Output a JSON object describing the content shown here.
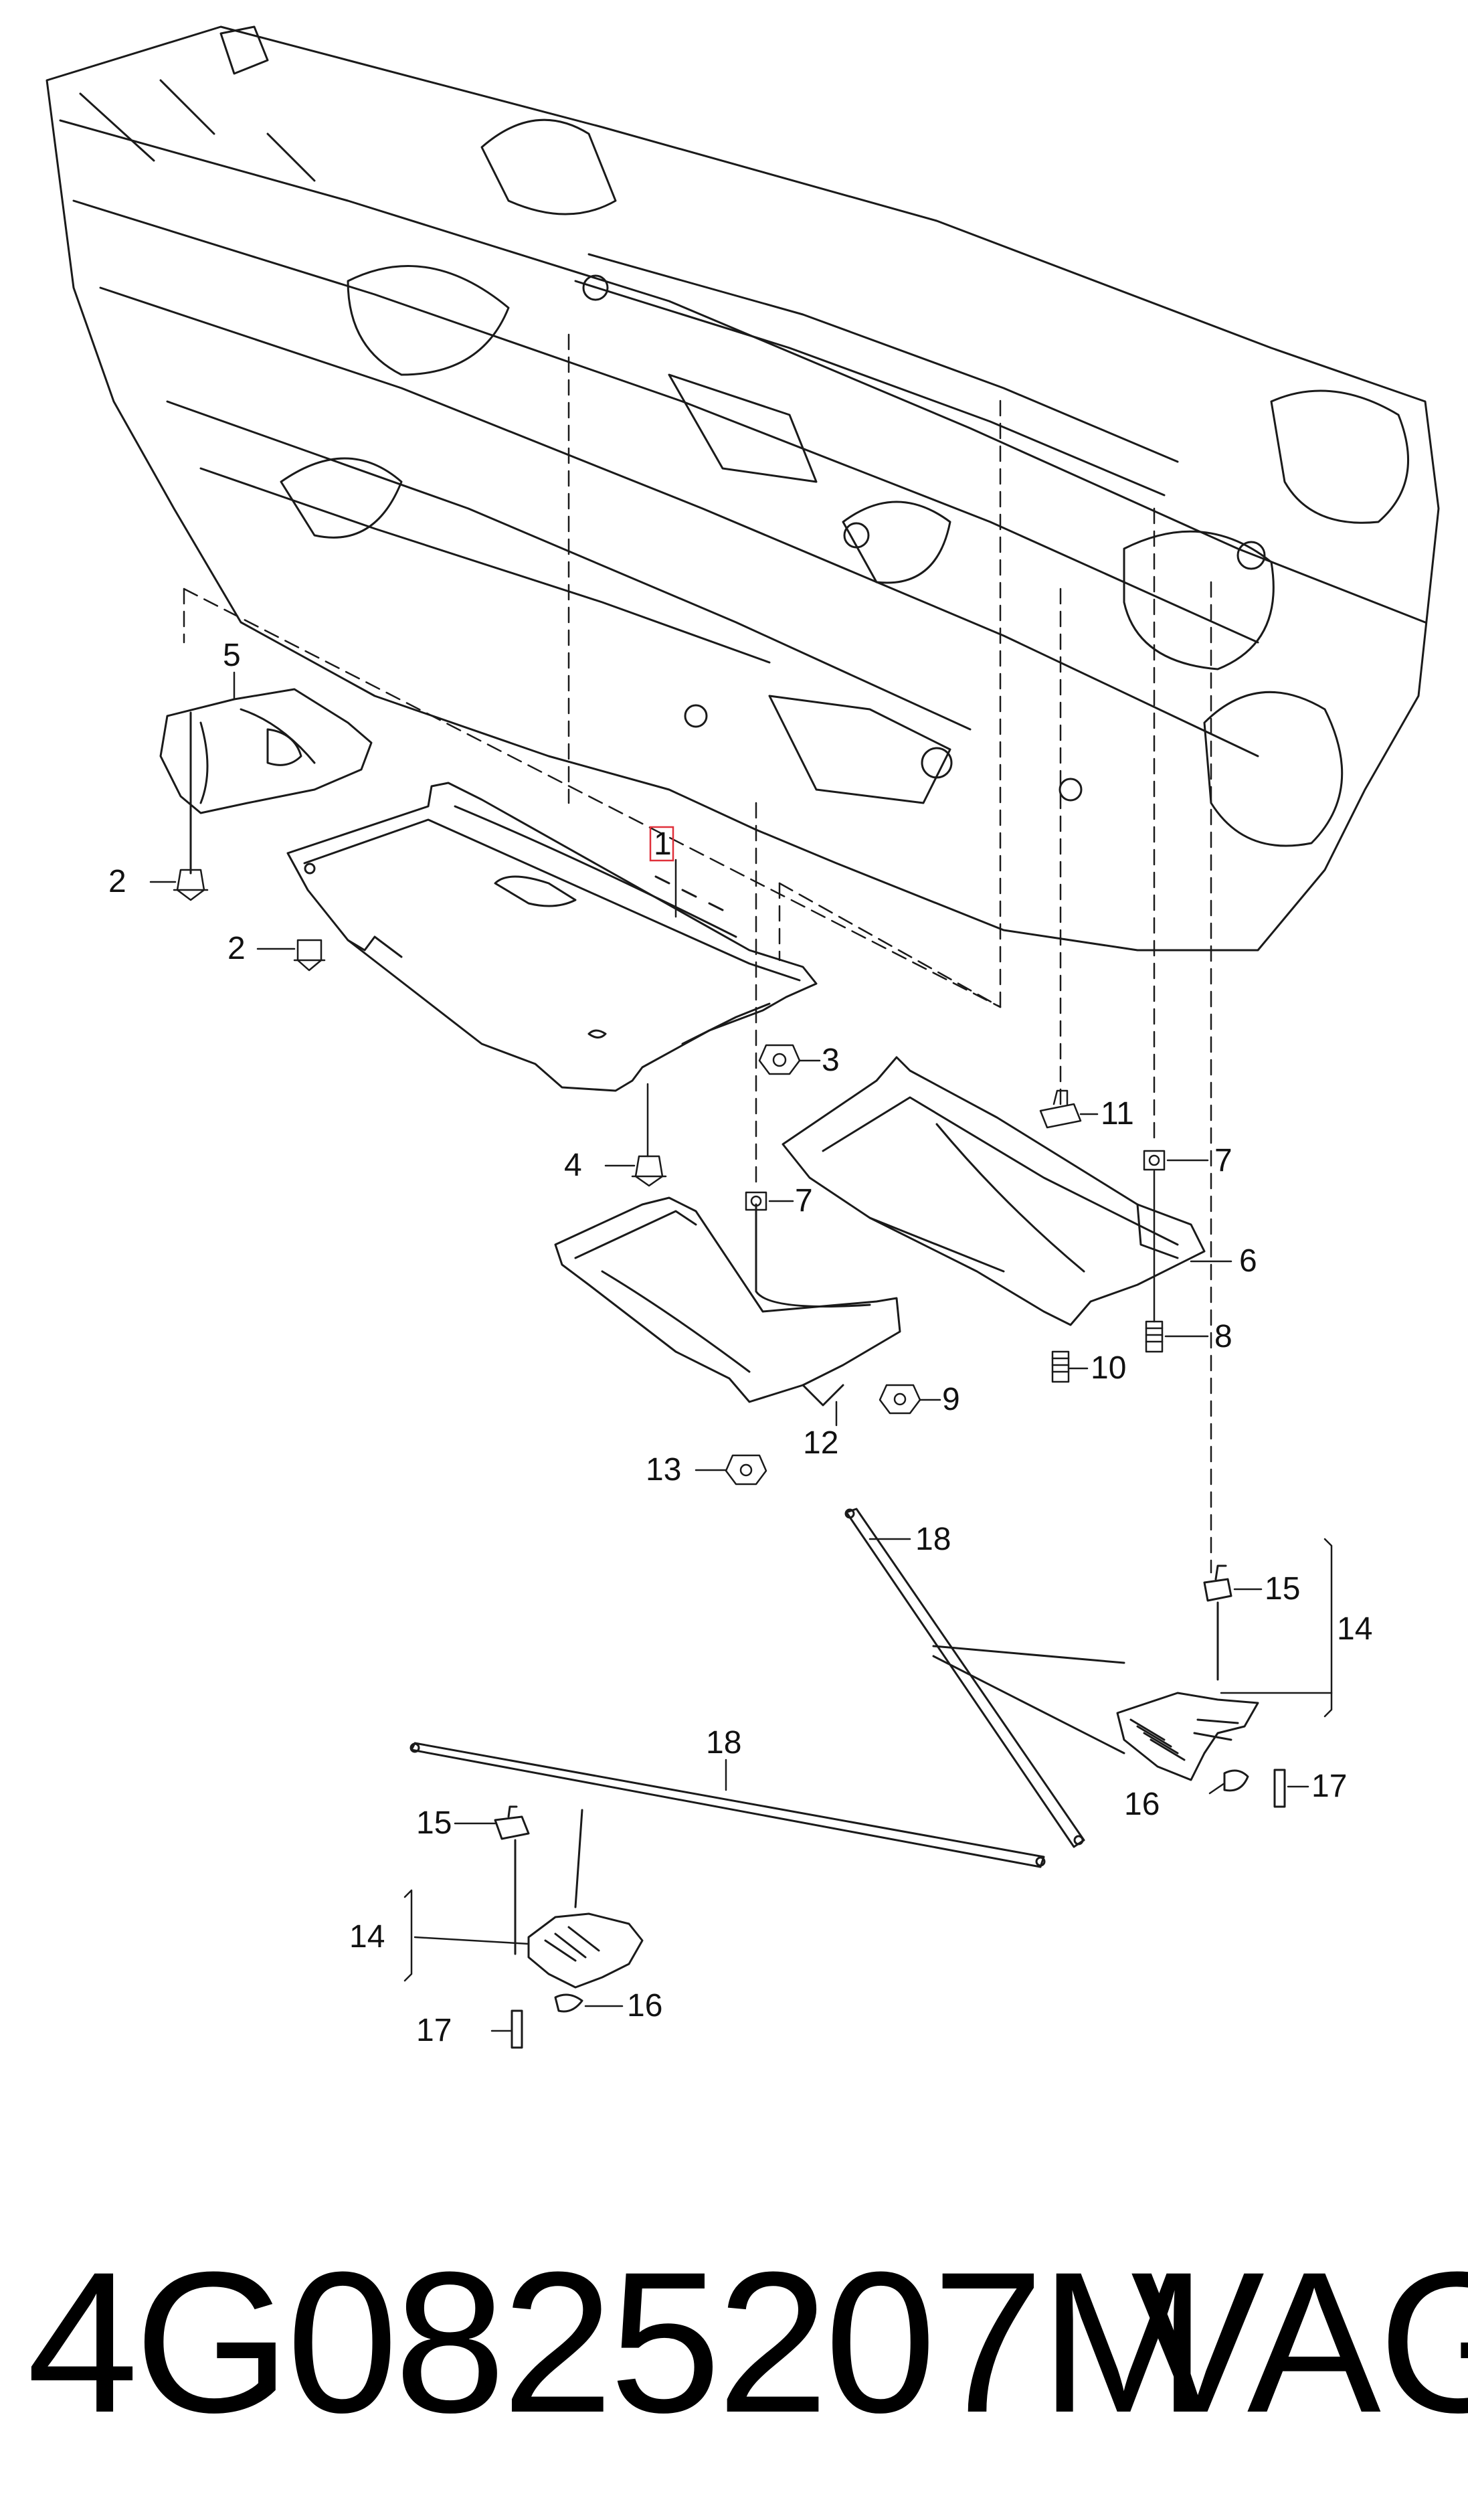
{
  "diagram": {
    "callouts": {
      "c1": "1",
      "c2a": "2",
      "c2b": "2",
      "c3": "3",
      "c4": "4",
      "c5": "5",
      "c6": "6",
      "c7a": "7",
      "c7b": "7",
      "c8": "8",
      "c9": "9",
      "c10": "10",
      "c11": "11",
      "c12": "12",
      "c13": "13",
      "c14a": "14",
      "c14b": "14",
      "c15a": "15",
      "c15b": "15",
      "c16a": "16",
      "c16b": "16",
      "c17a": "17",
      "c17b": "17",
      "c18a": "18",
      "c18b": "18"
    },
    "highlight_color": "#e0303a"
  },
  "footer": {
    "part_number": "4G0825207M",
    "brand": "VAG"
  }
}
